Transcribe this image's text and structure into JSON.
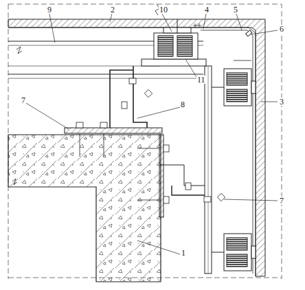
{
  "diagram": {
    "labels": [
      "9",
      "2",
      "10",
      "4",
      "5",
      "6",
      "3",
      "7",
      "8",
      "11",
      "7",
      "1"
    ]
  }
}
